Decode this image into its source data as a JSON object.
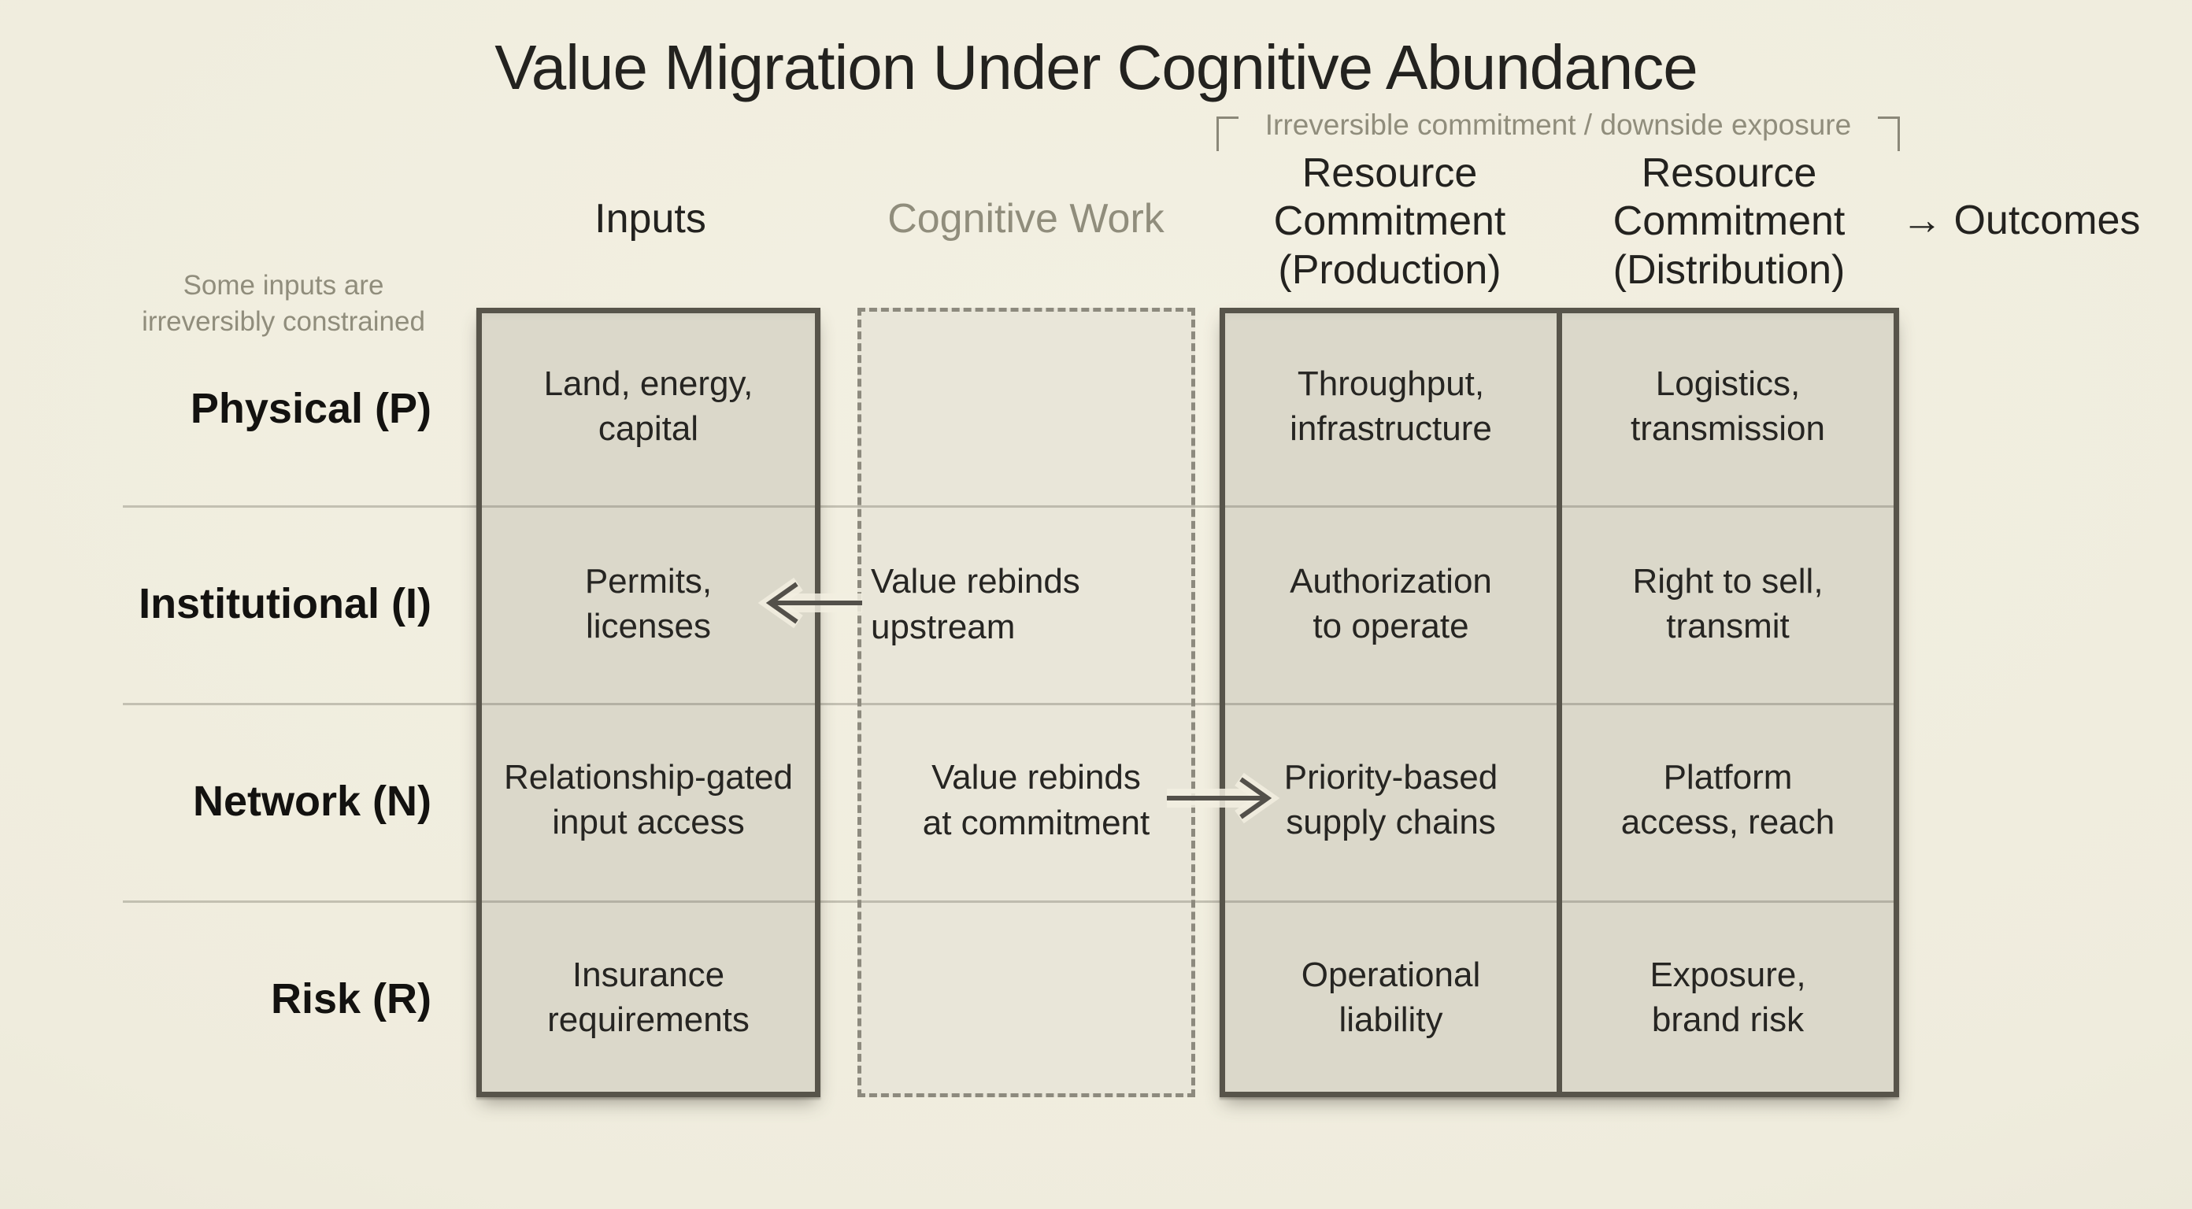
{
  "title": "Value Migration Under Cognitive Abundance",
  "annotations": {
    "bracket_label": "Irreversible commitment / downside exposure",
    "side_note": "Some inputs are\nirreversibly constrained"
  },
  "headers": {
    "inputs": "Inputs",
    "cognitive_work": "Cognitive Work",
    "production": "Resource\nCommitment\n(Production)",
    "distribution": "Resource\nCommitment\n(Distribution)",
    "outcomes_arrow": "→",
    "outcomes_label": "Outcomes"
  },
  "rows": [
    {
      "label": "Physical (P)",
      "inputs": "Land, energy,\ncapital",
      "production": "Throughput,\ninfrastructure",
      "distribution": "Logistics,\ntransmission"
    },
    {
      "label": "Institutional (I)",
      "inputs": "Permits,\nlicenses",
      "production": "Authorization\nto operate",
      "distribution": "Right to sell,\ntransmit"
    },
    {
      "label": "Network (N)",
      "inputs": "Relationship-gated\ninput access",
      "production": "Priority-based\nsupply chains",
      "distribution": "Platform\naccess, reach"
    },
    {
      "label": "Risk (R)",
      "inputs": "Insurance\nrequirements",
      "production": "Operational\nliability",
      "distribution": "Exposure,\nbrand risk"
    }
  ],
  "flows": {
    "upstream": "Value rebinds\nupstream",
    "commitment": "Value rebinds\nat commitment"
  },
  "colors": {
    "background": "#efecdd",
    "panel": "#dbd8ca",
    "cognitive": "#e9e6d9",
    "border": "#57544a",
    "dashed": "#8d8a7e",
    "muted": "#908d7c",
    "text": "#23221f",
    "label": "#131210",
    "arrow": "#53504a"
  }
}
